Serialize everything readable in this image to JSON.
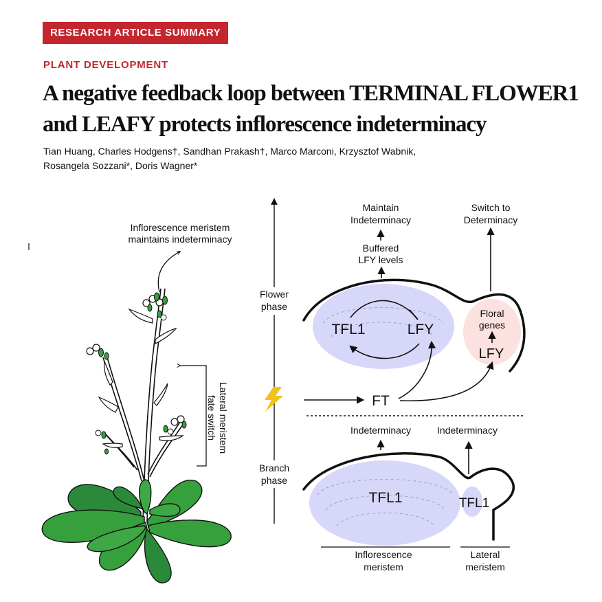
{
  "header": {
    "badge": "RESEARCH ARTICLE SUMMARY",
    "section": "PLANT DEVELOPMENT",
    "title": "A negative feedback loop between TERMINAL FLOWER1 and LEAFY protects inflorescence indeterminacy",
    "authors_line1": "Tian Huang, Charles Hodgens†, Sandhan Prakash†, Marco Marconi, Krzysztof Wabnik,",
    "authors_line2": "Rosangela Sozzani*, Doris Wagner*"
  },
  "figure": {
    "plant": {
      "meristem_label_1": "Inflorescence meristem",
      "meristem_label_2": "maintains indeterminacy",
      "lateral_label_1": "Lateral meristem",
      "lateral_label_2": "fate switch"
    },
    "phases": {
      "flower_1": "Flower",
      "flower_2": "phase",
      "branch_1": "Branch",
      "branch_2": "phase"
    },
    "flower": {
      "maintain_1": "Maintain",
      "maintain_2": "Indeterminacy",
      "buffered_1": "Buffered",
      "buffered_2": "LFY levels",
      "switch_1": "Switch to",
      "switch_2": "Determinacy",
      "tfl1": "TFL1",
      "lfy": "LFY",
      "floral_1": "Floral",
      "floral_2": "genes",
      "lfy_lateral": "LFY",
      "ft": "FT"
    },
    "branch": {
      "indeterminacy_1": "Indeterminacy",
      "indeterminacy_2": "Indeterminacy",
      "tfl1": "TFL1",
      "tfl1_lateral": "TFL1",
      "inflo_1": "Inflorescence",
      "inflo_2": "meristem",
      "lateral_1": "Lateral",
      "lateral_2": "meristem"
    },
    "colors": {
      "tfl1_zone": "#d7d7fa",
      "floral_zone": "#fbe1df",
      "leaf_green": "#36a13c",
      "leaf_dark": "#2b8a3a",
      "badge_red": "#c4262e",
      "bolt": "#f2c21b"
    }
  }
}
